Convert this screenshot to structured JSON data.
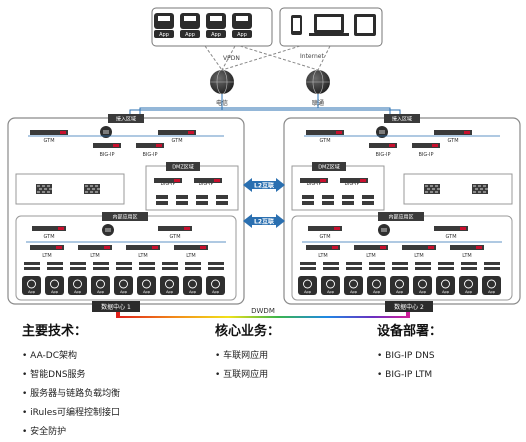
{
  "top": {
    "app_label": "App",
    "vpdn_label": "VPDN",
    "internet_label": "Internet",
    "isp_left": "电信",
    "isp_right": "联通"
  },
  "dc": {
    "access_zone": "接入区域",
    "gtm": "GTM",
    "bigip": "BIG-IP",
    "dmz": "DMZ区域",
    "internal": "内部应用区",
    "ltm": "LTM",
    "l2_link": "L2互联",
    "left_name": "数据中心 1",
    "right_name": "数据中心 2",
    "dwdm": "DWDM"
  },
  "tech": {
    "heading": "主要技术：",
    "items": [
      "AA-DC架构",
      "智能DNS服务",
      "服务器与链路负载均衡",
      "iRules可编程控制接口",
      "安全防护"
    ]
  },
  "business": {
    "heading": "核心业务：",
    "items": [
      "车联网应用",
      "互联网应用"
    ]
  },
  "deploy": {
    "heading": "设备部署：",
    "items": [
      "BIG-IP DNS",
      "BIG-IP LTM"
    ]
  },
  "colors": {
    "accent_blue": "#2a6fb0",
    "device_dark": "#3a3a3a",
    "border": "#8a8a8a"
  }
}
